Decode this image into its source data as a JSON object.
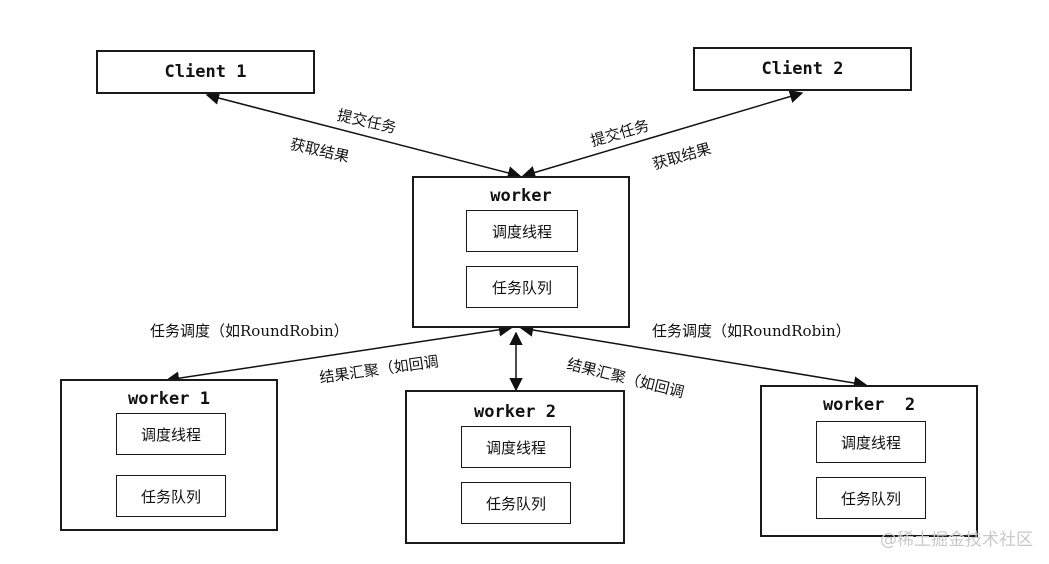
{
  "clients": [
    {
      "name": "Client 1"
    },
    {
      "name": "Client 2"
    }
  ],
  "master": {
    "title": "worker",
    "components": [
      "调度线程",
      "任务队列"
    ]
  },
  "workers": [
    {
      "title": "worker 1",
      "components": [
        "调度线程",
        "任务队列"
      ]
    },
    {
      "title": "worker 2",
      "components": [
        "调度线程",
        "任务队列"
      ]
    },
    {
      "title": "worker  2",
      "components": [
        "调度线程",
        "任务队列"
      ]
    }
  ],
  "edge_labels": {
    "submit_task": "提交任务",
    "get_result": "获取结果",
    "task_dispatch": "任务调度（如RoundRobin）",
    "result_aggregate": "结果汇聚（如回调"
  },
  "watermark": "@稀土掘金技术社区"
}
